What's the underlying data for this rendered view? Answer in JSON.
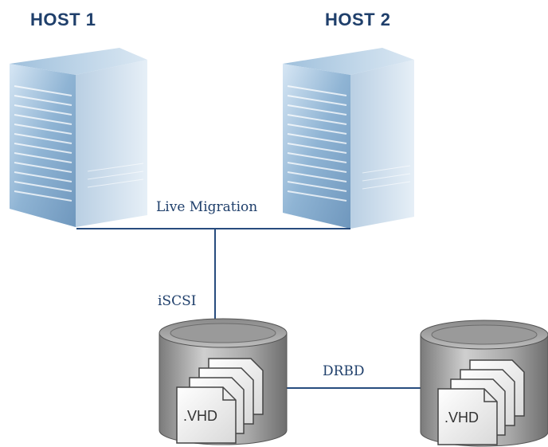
{
  "hosts": [
    {
      "label": "HOST 1"
    },
    {
      "label": "HOST 2"
    }
  ],
  "links": {
    "live_migration": "Live Migration",
    "iscsi": "iSCSI",
    "drbd": "DRBD"
  },
  "storage": [
    {
      "file_label": ".VHD"
    },
    {
      "file_label": ".VHD"
    }
  ],
  "colors": {
    "link_line": "#274c7e",
    "label_text": "#1f3f6b"
  }
}
